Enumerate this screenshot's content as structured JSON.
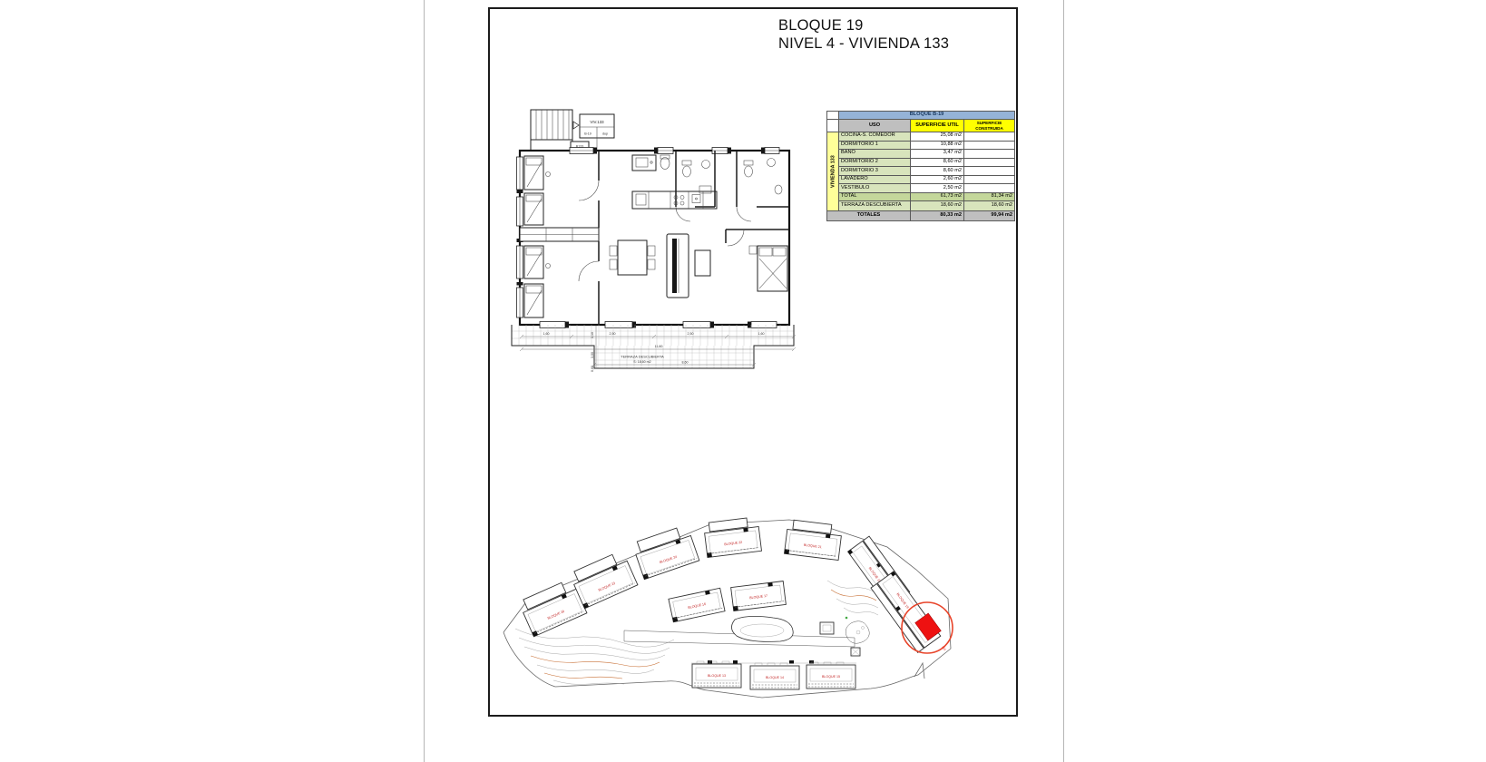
{
  "page": {
    "title_line1": "BLOQUE 19",
    "title_line2": "NIVEL 4 - VIVIENDA 133"
  },
  "floor_plan": {
    "unit_box": {
      "line1": "VIV.133",
      "cell_left": "B-19",
      "cell_right": "dup"
    },
    "stair_tag": "B133",
    "terrace_label": "TERRAZA DESCUBIERTA",
    "terrace_area": "S: 18,60 m2",
    "dims": {
      "h0": "1,60",
      "h1": "2,50",
      "h2": "2,50",
      "h3": "1,60",
      "total": "11,60",
      "terrace_width": "8,60",
      "v0": "1,10",
      "v1": "3,00",
      "v2": "0,60"
    }
  },
  "area_table": {
    "block_header": "BLOQUE B-19",
    "col_uso": "USO",
    "col_util": "SUPERFICIE UTIL",
    "col_constr_l1": "SUPERFICIE",
    "col_constr_l2": "CONSTRUIDA",
    "group_label": "VIVIENDA 133",
    "rooms": [
      {
        "name": "COCINA-S. COMEDOR",
        "util": "25,08 m2"
      },
      {
        "name": "DORMITORIO 1",
        "util": "10,88 m2"
      },
      {
        "name": "BAÑO",
        "util": "3,47 m2"
      },
      {
        "name": "DORMITORIO 2",
        "util": "8,60 m2"
      },
      {
        "name": "DORMITORIO 3",
        "util": "8,60 m2"
      },
      {
        "name": "LAVADERO",
        "util": "2,60 m2"
      },
      {
        "name": "VESTIBULO",
        "util": "2,50 m2"
      }
    ],
    "total_row": {
      "label": "TOTAL",
      "util": "61,73 m2",
      "constr": "81,34 m2"
    },
    "terrace_row": {
      "label": "TERRAZA DESCUBIERTA",
      "util": "18,60 m2",
      "constr": "18,60 m2"
    },
    "totals_row": {
      "label": "TOTALES",
      "util": "80,33 m2",
      "constr": "99,94 m2"
    }
  },
  "site_plan": {
    "blocks": [
      "BLOQUE 20",
      "BLOQUE 23",
      "BLOQUE 24",
      "BLOQUE 22",
      "BLOQUE 21",
      "BLOQUE 16",
      "BLOQUE 17",
      "BLOQUE 18",
      "BLOQUE 19",
      "BLOQUE 13",
      "BLOQUE 14",
      "BLOQUE 15"
    ],
    "highlighted_block": "BLOQUE 19",
    "highlighted_unit": "133"
  },
  "colors": {
    "table_header_blue": "#95B3D7",
    "header_yellow": "#FFFF00",
    "group_yellow": "#FFFF99",
    "row_green": "#D8E4BC",
    "total_green": "#C4D79B",
    "totals_grey": "#BFBFBF",
    "highlight_red": "#EE1111",
    "circle_red": "#E8442A",
    "label_red": "#C22222",
    "contour_orange": "#C87137"
  }
}
